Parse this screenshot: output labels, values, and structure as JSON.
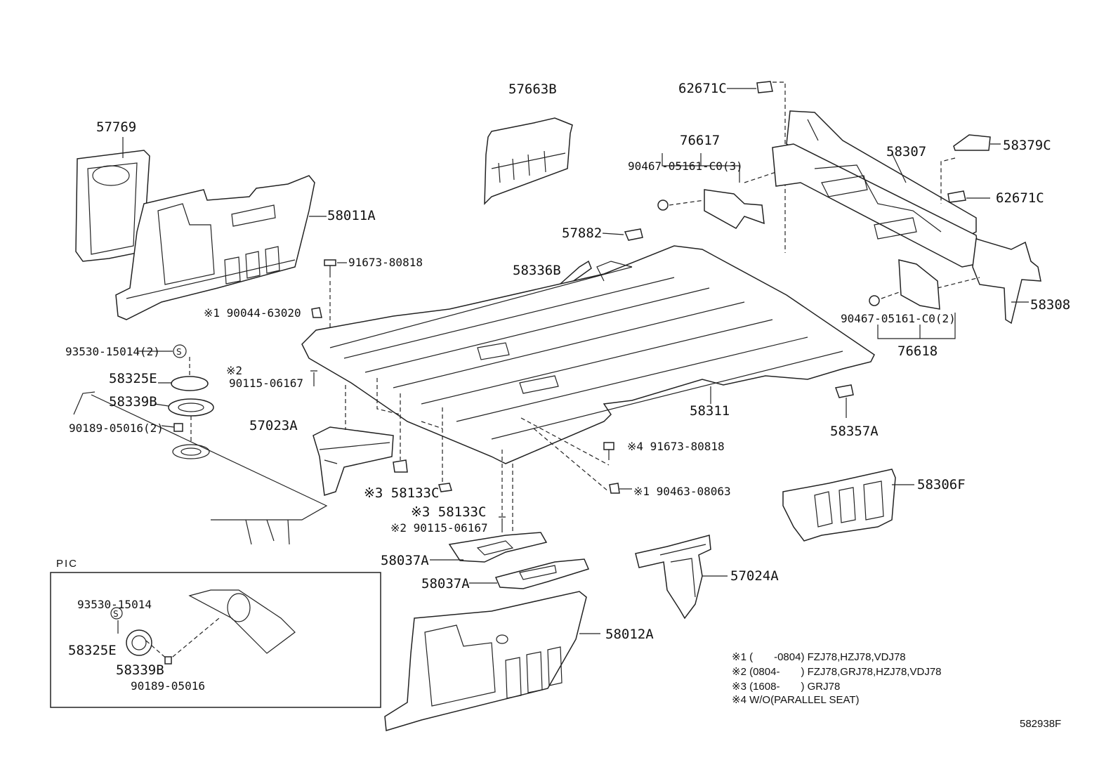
{
  "labels": {
    "p57769": "57769",
    "p58011A": "58011A",
    "p57663B": "57663B",
    "p62671C_top": "62671C",
    "p76617": "76617",
    "p90467_3": "90467-05161-C0(3)",
    "p58307": "58307",
    "p58379C": "58379C",
    "p62671C_right": "62671C",
    "p57882": "57882",
    "p58336B": "58336B",
    "p91673_top": "91673-80818",
    "p90044": "※1 90044-63020",
    "p58308": "58308",
    "p90467_2": "90467-05161-C0(2)",
    "p76618": "76618",
    "p93530_2": "93530-15014(2)",
    "p58325E": "58325E",
    "p58339B": "58339B",
    "p90189_2": "90189-05016(2)",
    "p57023A": "57023A",
    "p90115_top_mark": "※2",
    "p90115_top": "90115-06167",
    "p58311": "58311",
    "p58357A": "58357A",
    "p91673_4": "※4 91673-80818",
    "p58133C_a": "※3 58133C",
    "p58133C_b": "※3 58133C",
    "p90463": "※1 90463-08063",
    "p90115_2": "※2 90115-06167",
    "p58306F": "58306F",
    "p58037A_a": "58037A",
    "p58037A_b": "58037A",
    "p57024A": "57024A",
    "p58012A": "58012A"
  },
  "pic_box": {
    "title": "PIC",
    "p93530": "93530-15014",
    "p58325E": "58325E",
    "p58339B": "58339B",
    "p90189": "90189-05016"
  },
  "notes": [
    "※1 (　　-0804) FZJ78,HZJ78,VDJ78",
    "※2 (0804-　　) FZJ78,GRJ78,HZJ78,VDJ78",
    "※3 (1608-　　) GRJ78",
    "※4 W/O(PARALLEL SEAT)"
  ],
  "diagram_id": "582938F"
}
